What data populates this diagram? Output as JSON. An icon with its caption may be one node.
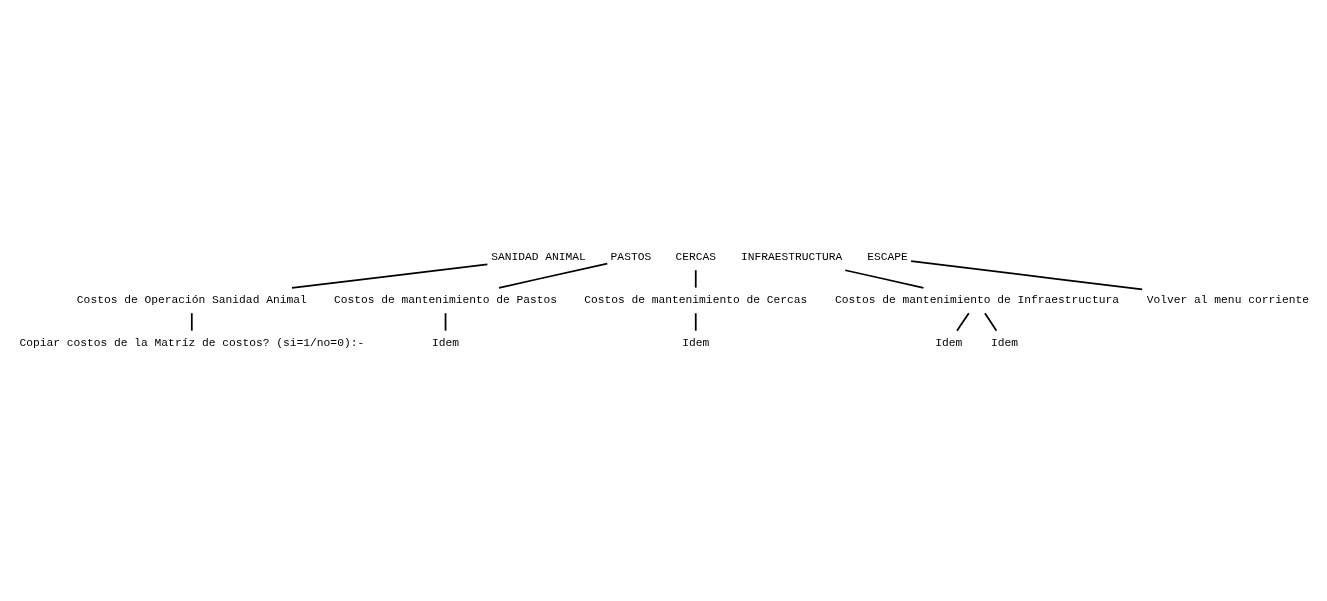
{
  "diagram": {
    "nodes": [
      {
        "text": [
          "SANIDAD ANIMAL"
        ]
      },
      {
        "text": [
          "PASTOS"
        ]
      },
      {
        "text": [
          "CERCAS"
        ]
      },
      {
        "text": [
          "INFRAESTRUCTURA"
        ]
      },
      {
        "text": [
          "ESCAPE"
        ]
      },
      {
        "text": [
          "Volver al menu corriente"
        ]
      },
      {
        "text": [
          "Costos de mantenimiento de Infraestructura"
        ]
      },
      {
        "text": [
          "Costos de mantenimiento de Cercas"
        ]
      },
      {
        "text": [
          "Costos de mantenimiento de Pastos"
        ]
      },
      {
        "text": [
          "Costos de Operación Sanidad Animal"
        ]
      },
      {
        "text": [
          "Idem"
        ]
      },
      {
        "text": [
          "Idem"
        ]
      },
      {
        "text": [
          "Idem"
        ]
      },
      {
        "text": [
          "Idem"
        ]
      },
      {
        "text": [
          "Copiar costos de la Matríz de costos? (si=1/no=0):-"
        ]
      }
    ],
    "edges": [
      {
        "from": 0,
        "to": 9,
        "arrow": "none"
      },
      {
        "from": 1,
        "to": 8,
        "arrow": "none"
      },
      {
        "from": 2,
        "to": 7,
        "arrow": "none"
      },
      {
        "from": 3,
        "to": 6,
        "arrow": "none"
      },
      {
        "from": 4,
        "to": 5,
        "arrow": "none"
      },
      {
        "from": 6,
        "to": 10,
        "arrow": "none"
      },
      {
        "from": 6,
        "to": 11,
        "arrow": "none"
      },
      {
        "from": 7,
        "to": 12,
        "arrow": "none"
      },
      {
        "from": 8,
        "to": 13,
        "arrow": "none"
      },
      {
        "from": 9,
        "to": 14,
        "arrow": "none"
      }
    ]
  }
}
